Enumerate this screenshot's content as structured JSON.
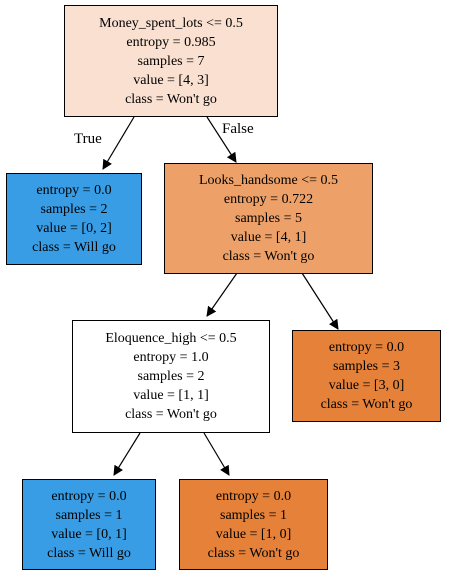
{
  "tree": {
    "edge_labels": {
      "true": "True",
      "false": "False"
    },
    "nodes": [
      {
        "id": "n0",
        "color": "#fae0d0",
        "lines": [
          "Money_spent_lots <= 0.5",
          "entropy = 0.985",
          "samples = 7",
          "value = [4, 3]",
          "class = Won't go"
        ]
      },
      {
        "id": "n1",
        "color": "#399de5",
        "lines": [
          "entropy = 0.0",
          "samples = 2",
          "value = [0, 2]",
          "class = Will go"
        ]
      },
      {
        "id": "n2",
        "color": "#eda168",
        "lines": [
          "Looks_handsome <= 0.5",
          "entropy = 0.722",
          "samples = 5",
          "value = [4, 1]",
          "class = Won't go"
        ]
      },
      {
        "id": "n3",
        "color": "#ffffff",
        "lines": [
          "Eloquence_high <= 0.5",
          "entropy = 1.0",
          "samples = 2",
          "value = [1, 1]",
          "class = Won't go"
        ]
      },
      {
        "id": "n4",
        "color": "#e58139",
        "lines": [
          "entropy = 0.0",
          "samples = 3",
          "value = [3, 0]",
          "class = Won't go"
        ]
      },
      {
        "id": "n5",
        "color": "#399de5",
        "lines": [
          "entropy = 0.0",
          "samples = 1",
          "value = [0, 1]",
          "class = Will go"
        ]
      },
      {
        "id": "n6",
        "color": "#e58139",
        "lines": [
          "entropy = 0.0",
          "samples = 1",
          "value = [1, 0]",
          "class = Won't go"
        ]
      }
    ]
  }
}
